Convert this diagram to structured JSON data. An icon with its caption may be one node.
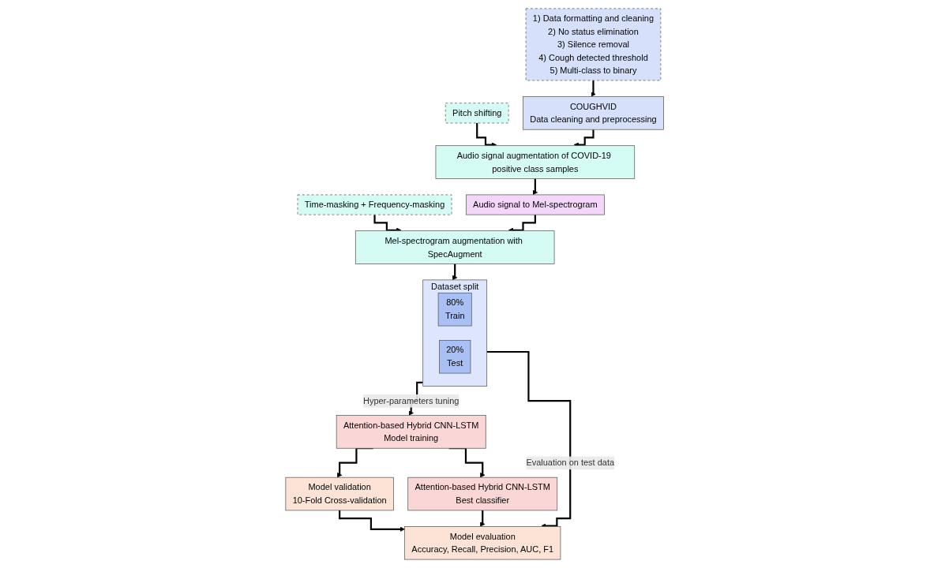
{
  "diagram": {
    "nodes": [
      {
        "text": [
          "1) Data formatting and cleaning",
          "2) No status elimination",
          "3) Silence removal",
          "4) Cough detected threshold",
          "5) Multi-class to binary"
        ]
      },
      {
        "text": [
          "Pitch shifting"
        ]
      },
      {
        "text": [
          "Time-masking + Frequency-masking"
        ]
      },
      {
        "text": [
          "COUGHVID",
          "Data cleaning and preprocessing"
        ]
      },
      {
        "text": [
          "Audio signal augmentation of COVID-19 positive class samples"
        ]
      },
      {
        "text": [
          "Audio signal to Mel-spectrogram"
        ]
      },
      {
        "text": [
          "Mel-spectrogram augmentation with SpecAugment"
        ]
      },
      {
        "text": [
          "Dataset split"
        ]
      },
      {
        "text": [
          "80%",
          "Train"
        ],
        "in": 7
      },
      {
        "text": [
          "20%",
          "Test"
        ],
        "in": 7
      },
      {
        "text": [
          "Attention-based Hybrid CNN-LSTM",
          "Model training"
        ]
      },
      {
        "text": [
          "Attention-based Hybrid CNN-LSTM",
          "Best classifier"
        ]
      },
      {
        "text": [
          "Model validation",
          "10-Fold Cross-validation"
        ]
      },
      {
        "text": [
          "Model evaluation",
          "Accuracy, Recall, Precision, AUC, F1"
        ]
      }
    ],
    "edges": [
      {
        "from": 0,
        "to": 3,
        "arrow": "to"
      },
      {
        "from": 1,
        "to": 4,
        "arrow": "to"
      },
      {
        "from": 2,
        "to": 6,
        "arrow": "to"
      },
      {
        "from": 3,
        "to": 4,
        "arrow": "to"
      },
      {
        "from": 4,
        "to": 5,
        "arrow": "to"
      },
      {
        "from": 5,
        "to": 6,
        "arrow": "to"
      },
      {
        "from": 6,
        "to": 7,
        "arrow": "to"
      },
      {
        "from": 7,
        "to": 10,
        "arrow": "to",
        "label": "Hyper-parameters tuning"
      },
      {
        "from": 10,
        "to": 11,
        "arrow": "to"
      },
      {
        "from": 10,
        "to": 12,
        "arrow": "to"
      },
      {
        "from": 12,
        "to": 13,
        "arrow": "to"
      },
      {
        "from": 11,
        "to": 13,
        "arrow": "to"
      },
      {
        "from": 7,
        "to": 13,
        "arrow": "to",
        "label": "Evaluation on test data"
      }
    ]
  }
}
